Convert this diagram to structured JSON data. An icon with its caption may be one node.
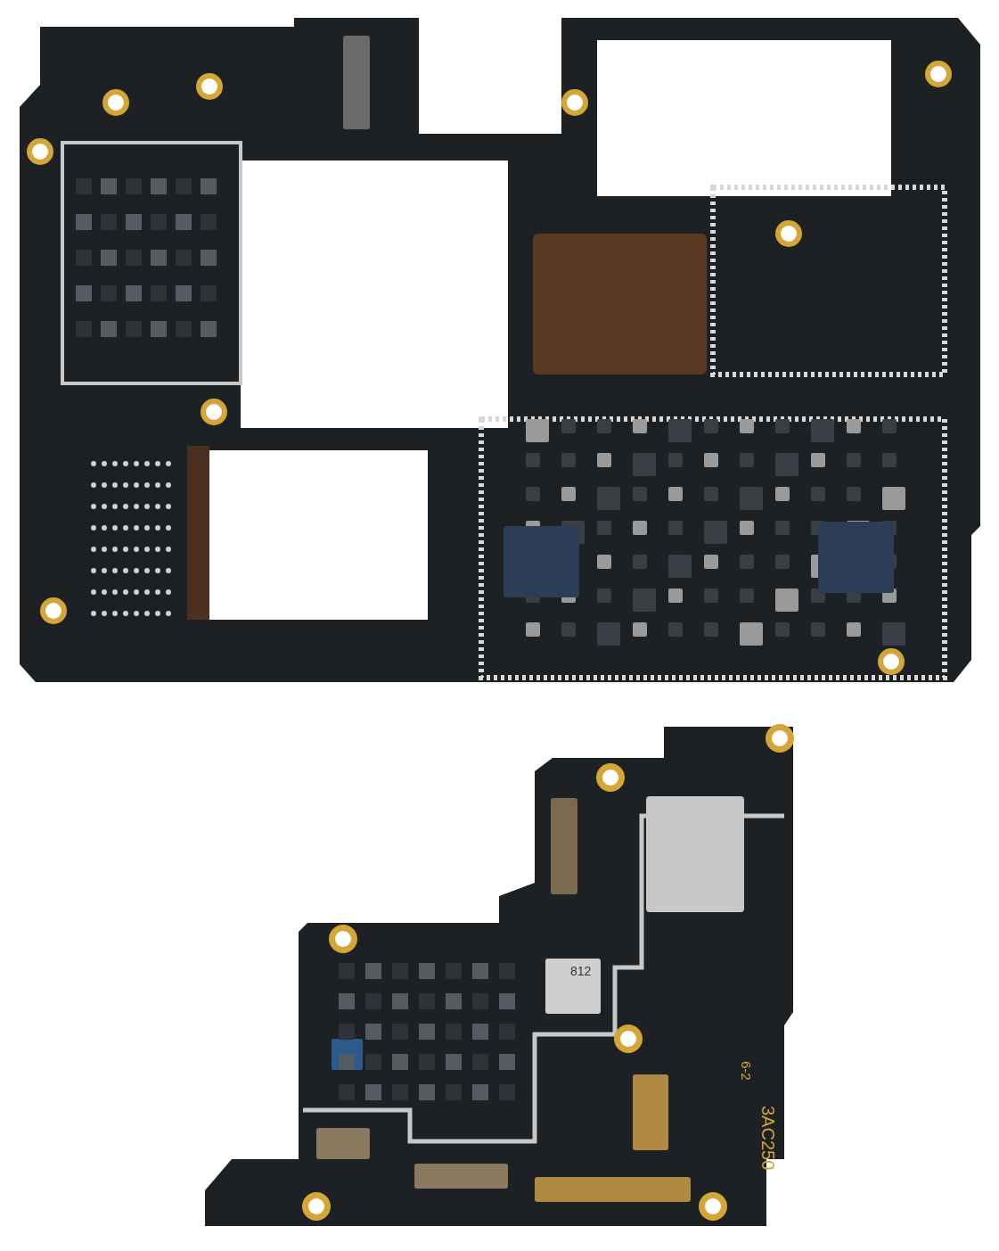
{
  "diagram": {
    "labels": [
      "812",
      "6-2",
      "3AC250"
    ]
  }
}
